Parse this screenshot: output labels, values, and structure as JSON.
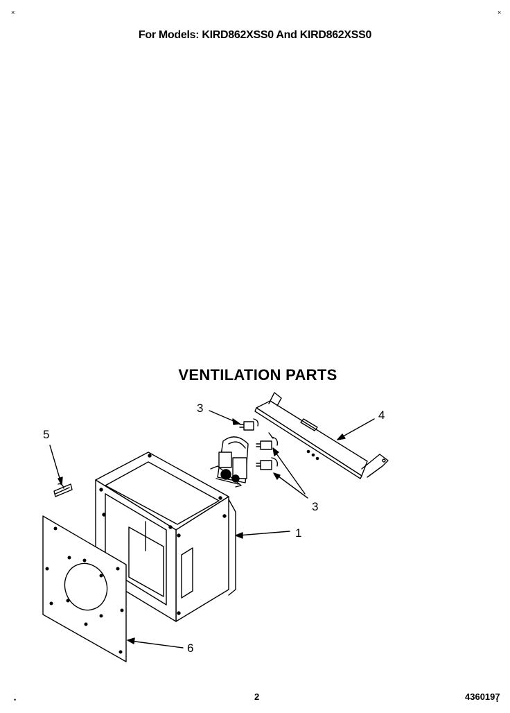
{
  "header": {
    "title": "For Models: KIRD862XSS0 And KIRD862XSS0"
  },
  "section": {
    "title": "VENTILATION PARTS"
  },
  "callouts": {
    "c1": "1",
    "c3a": "3",
    "c3b": "3",
    "c4": "4",
    "c5": "5",
    "c6": "6"
  },
  "footer": {
    "page_number": "2",
    "doc_number": "4360197"
  },
  "marks": {
    "tl": "×",
    "tr": "×",
    "bl": "•",
    "br": "•"
  }
}
